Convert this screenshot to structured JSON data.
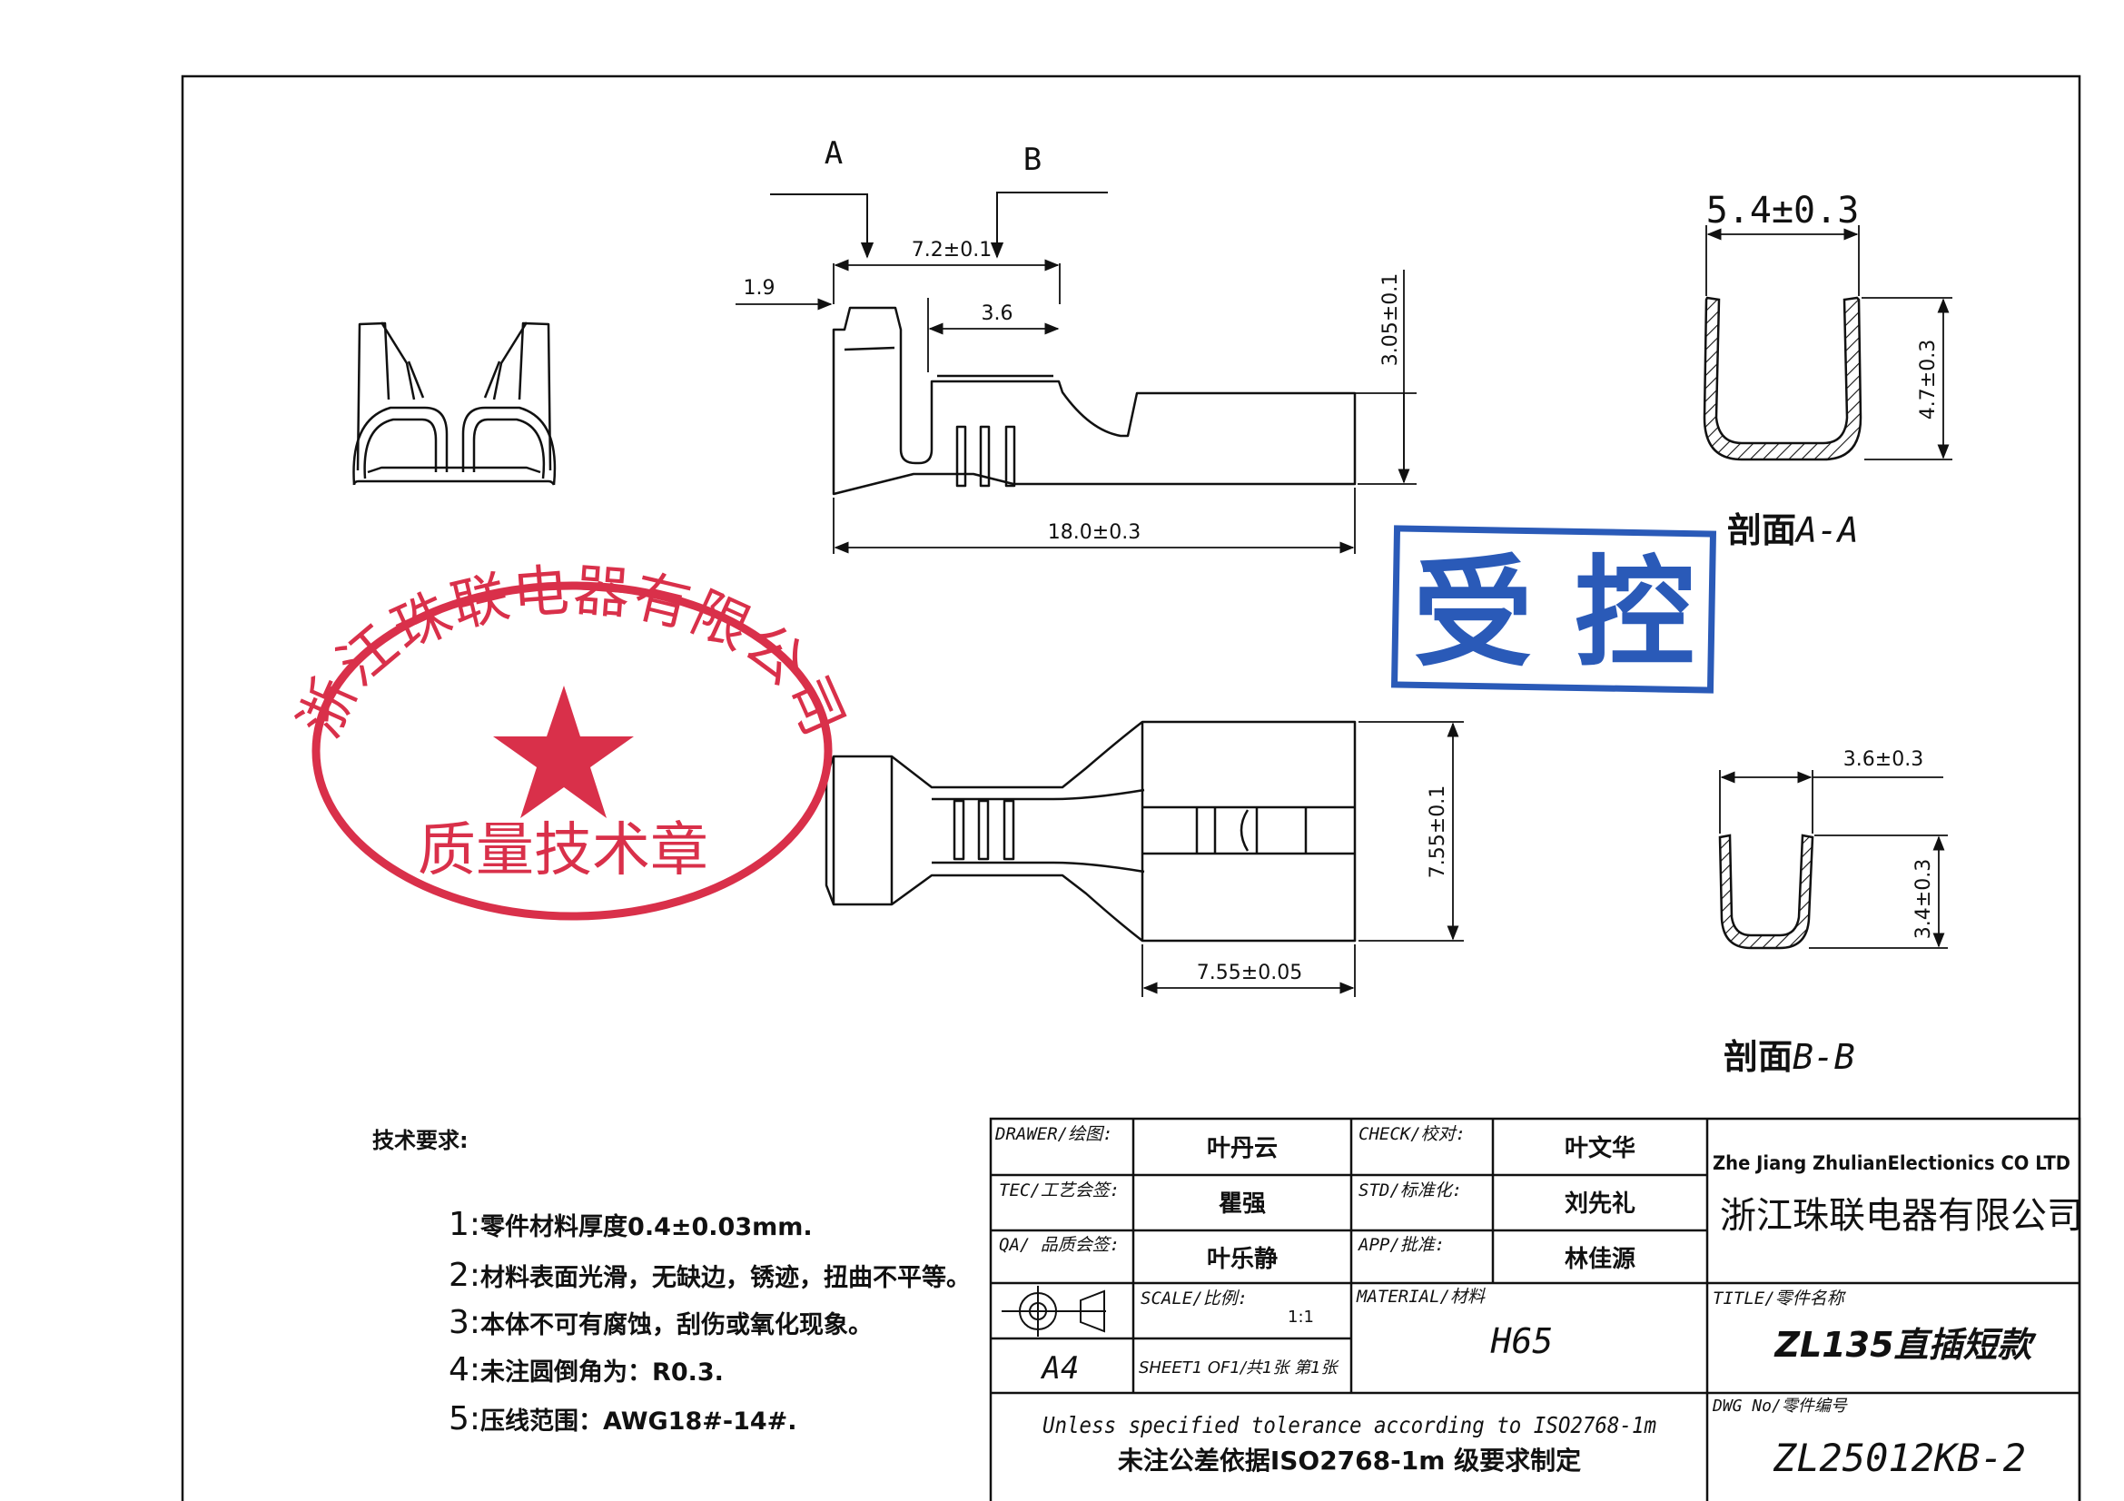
{
  "section_markers": {
    "a": "A",
    "b": "B"
  },
  "dimensions": {
    "top_length": "7.2±0.1",
    "lead_width": "1.9",
    "slot_width": "3.6",
    "height": "3.05±0.1",
    "total_length": "18.0±0.3",
    "body_width": "7.55±0.1",
    "body_length": "7.55±0.05",
    "section_a_width": "5.4±0.3",
    "section_a_height": "4.7±0.3",
    "section_b_width": "3.6±0.3",
    "section_b_height": "3.4±0.3"
  },
  "section_labels": {
    "a_cn": "剖面",
    "a_ref": "A-A",
    "b_cn": "剖面",
    "b_ref": "B-B"
  },
  "stamps": {
    "controlled": "受 控",
    "company_ring": "浙江珠联电器有限公司",
    "company_center": "质量技术章"
  },
  "notes": {
    "title": "技术要求:",
    "items": [
      {
        "num": "1:",
        "text": "零件材料厚度0.4±0.03mm."
      },
      {
        "num": "2:",
        "text": "材料表面光滑，无缺边，锈迹，扭曲不平等。"
      },
      {
        "num": "3:",
        "text": "本体不可有腐蚀，刮伤或氧化现象。"
      },
      {
        "num": "4:",
        "text": "未注圆倒角为：R0.3."
      },
      {
        "num": "5:",
        "text": "压线范围：AWG18#-14#."
      }
    ]
  },
  "title_block": {
    "drawer_label": "DRAWER/绘图:",
    "drawer_value": "叶丹云",
    "check_label": "CHECK/校对:",
    "check_value": "叶文华",
    "tec_label": "TEC/工艺会签:",
    "tec_value": "瞿强",
    "std_label": "STD/标准化:",
    "std_value": "刘先礼",
    "qa_label": "QA/ 品质会签:",
    "qa_value": "叶乐静",
    "app_label": "APP/批准:",
    "app_value": "林佳源",
    "paper_size": "A4",
    "scale_label": "SCALE/比例:",
    "scale_value": "1:1",
    "sheet_label": "SHEET1 OF1/共1张 第1张",
    "material_label": "MATERIAL/材料",
    "material_value": "H65",
    "company_en": "Zhe Jiang ZhulianElectionics CO LTD",
    "company_cn": "浙江珠联电器有限公司",
    "title_label": "TITLE/零件名称",
    "title_value": "ZL135直插短款",
    "tolerance_en": "Unless specified tolerance according to ISO2768-1m",
    "tolerance_cn": "未注公差依据ISO2768-1m 级要求制定",
    "dwg_label": "DWG No/零件编号",
    "dwg_value": "ZL25012KB-2"
  },
  "colors": {
    "line": "#111111",
    "stamp_red": "#d9304a",
    "stamp_blue": "#2a5ab8"
  }
}
